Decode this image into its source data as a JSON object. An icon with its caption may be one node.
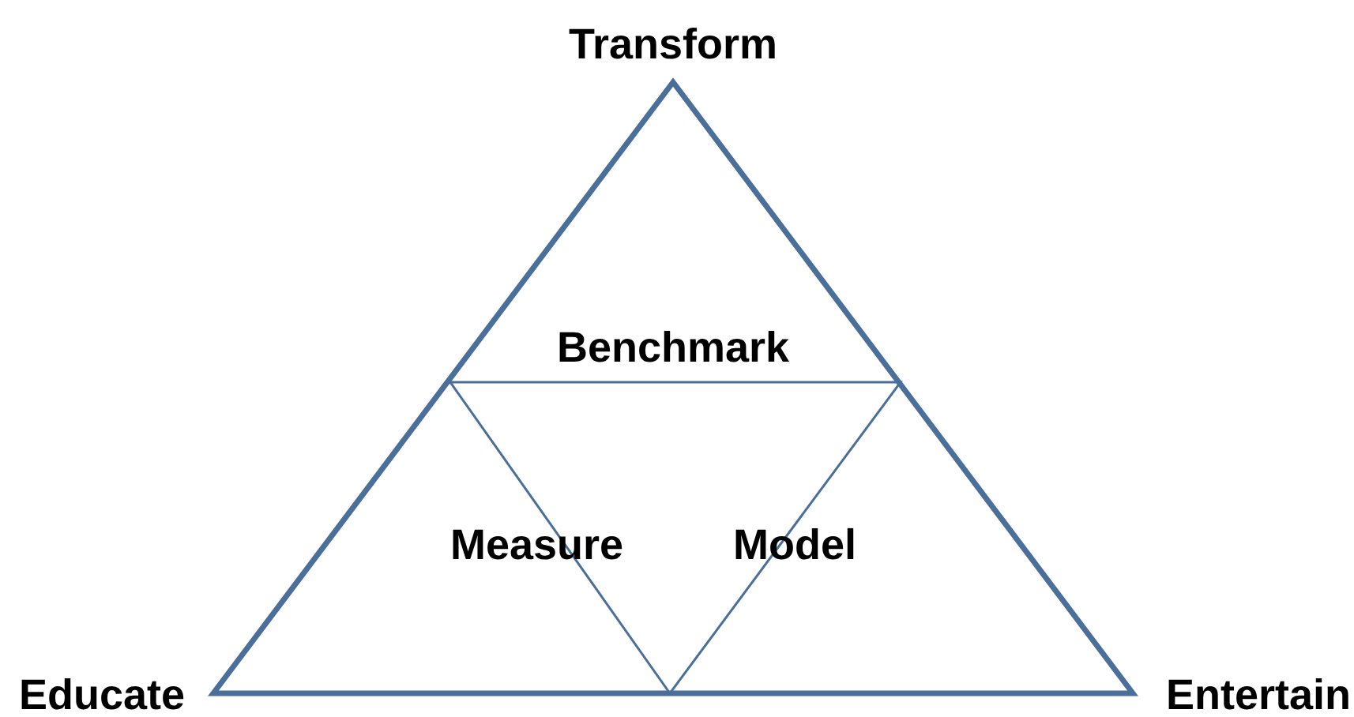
{
  "diagram": {
    "labels": [
      "Transform",
      "Benchmark",
      "Measure",
      "Model",
      "Educate",
      "Entertain"
    ]
  }
}
